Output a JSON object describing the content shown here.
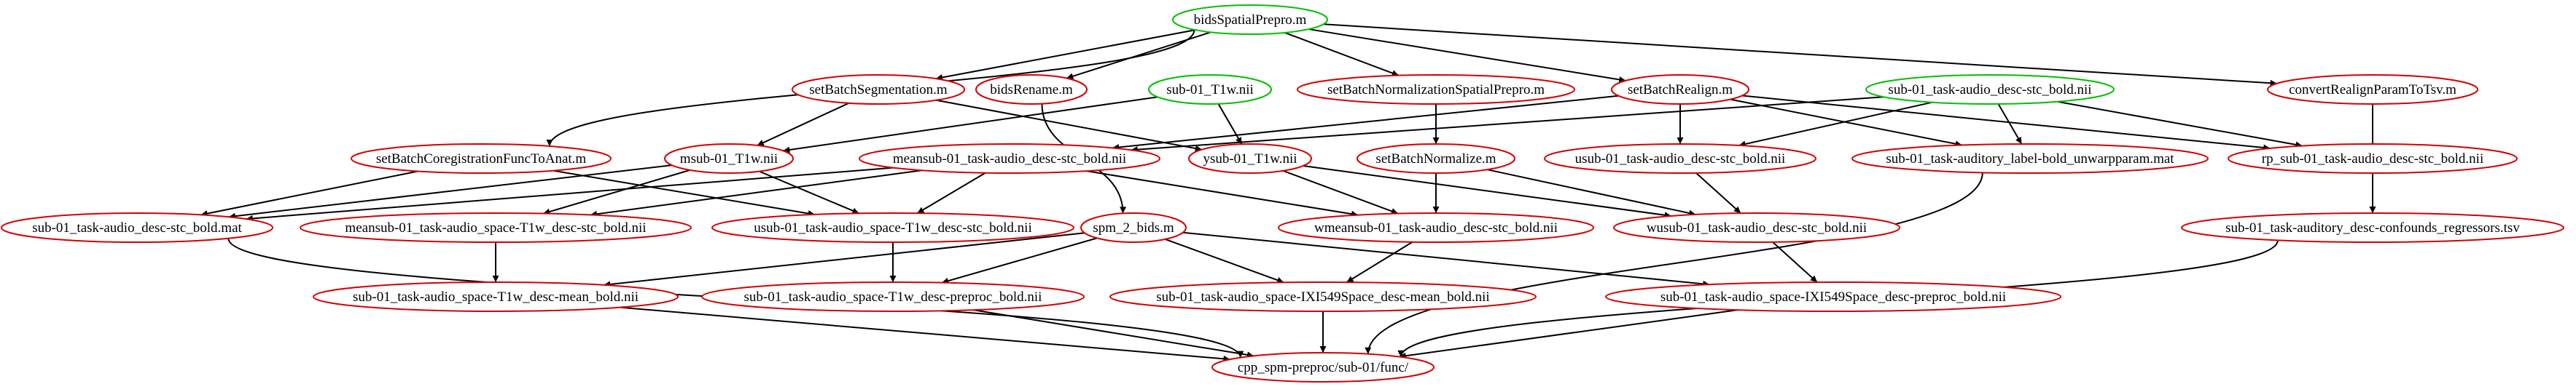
{
  "colors": {
    "script": "#d40000",
    "file": "#00c000",
    "edge": "#000000"
  },
  "nodes": [
    {
      "id": "bidsSpatialPrepro",
      "label": "bidsSpatialPrepro.m",
      "kind": "file"
    },
    {
      "id": "setBatchSegmentation",
      "label": "setBatchSegmentation.m",
      "kind": "script"
    },
    {
      "id": "bidsRename",
      "label": "bidsRename.m",
      "kind": "script"
    },
    {
      "id": "sub01T1w",
      "label": "sub-01_T1w.nii",
      "kind": "file"
    },
    {
      "id": "setBatchNormSpatial",
      "label": "setBatchNormalizationSpatialPrepro.m",
      "kind": "script"
    },
    {
      "id": "setBatchRealign",
      "label": "setBatchRealign.m",
      "kind": "script"
    },
    {
      "id": "subBold",
      "label": "sub-01_task-audio_desc-stc_bold.nii",
      "kind": "file"
    },
    {
      "id": "convertRealign",
      "label": "convertRealignParamToTsv.m",
      "kind": "script"
    },
    {
      "id": "setBatchCoreg",
      "label": "setBatchCoregistrationFuncToAnat.m",
      "kind": "script"
    },
    {
      "id": "msub",
      "label": "msub-01_T1w.nii",
      "kind": "script"
    },
    {
      "id": "meansub",
      "label": "meansub-01_task-audio_desc-stc_bold.nii",
      "kind": "script"
    },
    {
      "id": "ysub",
      "label": "ysub-01_T1w.nii",
      "kind": "script"
    },
    {
      "id": "setBatchNormalize",
      "label": "setBatchNormalize.m",
      "kind": "script"
    },
    {
      "id": "usub",
      "label": "usub-01_task-audio_desc-stc_bold.nii",
      "kind": "script"
    },
    {
      "id": "unwarpparam",
      "label": "sub-01_task-auditory_label-bold_unwarpparam.mat",
      "kind": "script"
    },
    {
      "id": "rpsub",
      "label": "rp_sub-01_task-audio_desc-stc_bold.nii",
      "kind": "script"
    },
    {
      "id": "boldMat",
      "label": "sub-01_task-audio_desc-stc_bold.mat",
      "kind": "script"
    },
    {
      "id": "meansubT1w",
      "label": "meansub-01_task-audio_space-T1w_desc-stc_bold.nii",
      "kind": "script"
    },
    {
      "id": "usubT1w",
      "label": "usub-01_task-audio_space-T1w_desc-stc_bold.nii",
      "kind": "script"
    },
    {
      "id": "spm2bids",
      "label": "spm_2_bids.m",
      "kind": "script"
    },
    {
      "id": "wmeansub",
      "label": "wmeansub-01_task-audio_desc-stc_bold.nii",
      "kind": "script"
    },
    {
      "id": "wusub",
      "label": "wusub-01_task-audio_desc-stc_bold.nii",
      "kind": "script"
    },
    {
      "id": "confounds",
      "label": "sub-01_task-auditory_desc-confounds_regressors.tsv",
      "kind": "script"
    },
    {
      "id": "t1wMean",
      "label": "sub-01_task-audio_space-T1w_desc-mean_bold.nii",
      "kind": "script"
    },
    {
      "id": "t1wPreproc",
      "label": "sub-01_task-audio_space-T1w_desc-preproc_bold.nii",
      "kind": "script"
    },
    {
      "id": "ixiMean",
      "label": "sub-01_task-audio_space-IXI549Space_desc-mean_bold.nii",
      "kind": "script"
    },
    {
      "id": "ixiPreproc",
      "label": "sub-01_task-audio_space-IXI549Space_desc-preproc_bold.nii",
      "kind": "script"
    },
    {
      "id": "cppOut",
      "label": "cpp_spm-preproc/sub-01/func/",
      "kind": "script"
    }
  ],
  "edges": [
    [
      "bidsSpatialPrepro",
      "setBatchCoreg"
    ],
    [
      "bidsSpatialPrepro",
      "setBatchSegmentation"
    ],
    [
      "bidsSpatialPrepro",
      "bidsRename"
    ],
    [
      "bidsSpatialPrepro",
      "setBatchNormSpatial"
    ],
    [
      "bidsSpatialPrepro",
      "setBatchRealign"
    ],
    [
      "bidsSpatialPrepro",
      "convertRealign"
    ],
    [
      "setBatchSegmentation",
      "msub"
    ],
    [
      "setBatchSegmentation",
      "ysub"
    ],
    [
      "bidsRename",
      "spm2bids"
    ],
    [
      "sub01T1w",
      "msub"
    ],
    [
      "sub01T1w",
      "ysub"
    ],
    [
      "setBatchNormSpatial",
      "setBatchNormalize"
    ],
    [
      "setBatchRealign",
      "meansub"
    ],
    [
      "setBatchRealign",
      "usub"
    ],
    [
      "setBatchRealign",
      "unwarpparam"
    ],
    [
      "setBatchRealign",
      "rpsub"
    ],
    [
      "subBold",
      "meansub"
    ],
    [
      "subBold",
      "usub"
    ],
    [
      "subBold",
      "unwarpparam"
    ],
    [
      "subBold",
      "rpsub"
    ],
    [
      "convertRealign",
      "confounds"
    ],
    [
      "setBatchCoreg",
      "boldMat"
    ],
    [
      "setBatchCoreg",
      "usubT1w"
    ],
    [
      "msub",
      "boldMat"
    ],
    [
      "msub",
      "meansubT1w"
    ],
    [
      "msub",
      "usubT1w"
    ],
    [
      "meansub",
      "boldMat"
    ],
    [
      "meansub",
      "meansubT1w"
    ],
    [
      "meansub",
      "usubT1w"
    ],
    [
      "meansub",
      "wmeansub"
    ],
    [
      "ysub",
      "wmeansub"
    ],
    [
      "ysub",
      "wusub"
    ],
    [
      "setBatchNormalize",
      "wmeansub"
    ],
    [
      "setBatchNormalize",
      "wusub"
    ],
    [
      "usub",
      "wusub"
    ],
    [
      "rpsub",
      "confounds"
    ],
    [
      "meansubT1w",
      "t1wMean"
    ],
    [
      "usubT1w",
      "t1wPreproc"
    ],
    [
      "spm2bids",
      "t1wMean"
    ],
    [
      "spm2bids",
      "t1wPreproc"
    ],
    [
      "spm2bids",
      "ixiMean"
    ],
    [
      "spm2bids",
      "ixiPreproc"
    ],
    [
      "wmeansub",
      "ixiMean"
    ],
    [
      "wusub",
      "ixiPreproc"
    ],
    [
      "boldMat",
      "cppOut"
    ],
    [
      "t1wMean",
      "cppOut"
    ],
    [
      "t1wPreproc",
      "cppOut"
    ],
    [
      "ixiMean",
      "cppOut"
    ],
    [
      "ixiPreproc",
      "cppOut"
    ],
    [
      "unwarpparam",
      "cppOut"
    ],
    [
      "confounds",
      "cppOut"
    ]
  ]
}
